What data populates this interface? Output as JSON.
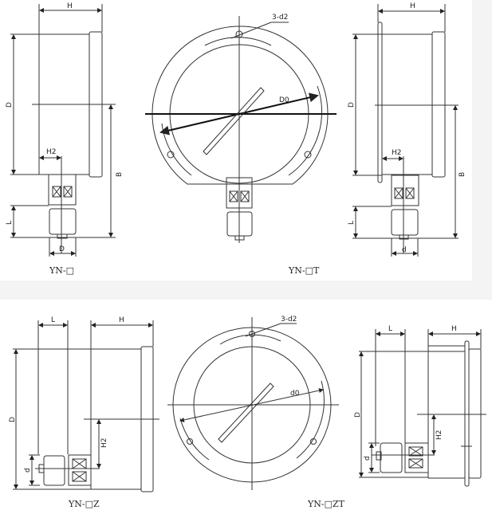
{
  "figure": {
    "views": [
      {
        "id": "yn",
        "caption": "YN-□",
        "labels": {
          "h": "H",
          "d": "D",
          "h2": "H2",
          "b": "B",
          "l": "L",
          "d_thread": "D"
        }
      },
      {
        "id": "yn-t-front",
        "caption": "YN-□T",
        "labels": {
          "d0": "D0",
          "holes": "3-d2"
        }
      },
      {
        "id": "yn-t-side",
        "caption": "",
        "labels": {
          "h": "H",
          "d": "D",
          "h2": "H2",
          "b": "B",
          "l": "L",
          "d_thread": "d"
        }
      },
      {
        "id": "yn-z",
        "caption": "YN-□Z",
        "labels": {
          "l": "L",
          "h": "H",
          "d": "D",
          "h2": "H2",
          "d_thread": "d"
        }
      },
      {
        "id": "yn-zt-front",
        "caption": "YN-□ZT",
        "labels": {
          "d0": "d0",
          "holes": "3-d2"
        }
      },
      {
        "id": "yn-zt-side",
        "caption": "",
        "labels": {
          "l": "L",
          "h": "H",
          "d": "D",
          "h2": "H2",
          "d_thread": "d"
        }
      }
    ]
  },
  "colors": {
    "line": "#333333",
    "background": "#ffffff",
    "band": "#f4f4f4"
  }
}
